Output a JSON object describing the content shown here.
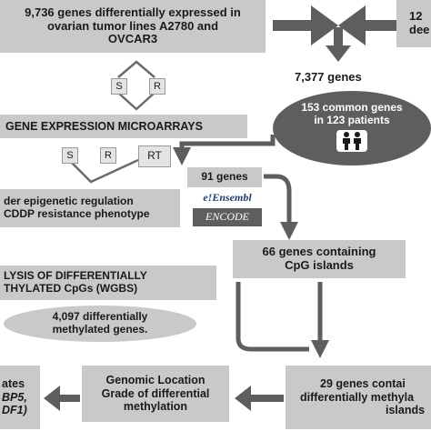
{
  "boxes": {
    "genes_de": [
      "9,736 genes differentially  expressed in",
      "ovarian tumor lines A2780 and",
      "OVCAR3"
    ],
    "top_right": [
      "12",
      "dee"
    ],
    "microarrays": "GENE EXPRESSION  MICROARRAYS",
    "epigenetic": [
      "der epigenetic regulation",
      "CDDP resistance phenotype"
    ],
    "genes_91": "91 genes",
    "ensembl": "e!Ensembl",
    "encode": "ENCODE",
    "cpg_islands": [
      "66 genes containing",
      "CpG islands"
    ],
    "wgbs": [
      "LYSIS  OF  DIFFERENTIALLY",
      "THYLATED  CpGs (WGBS)"
    ],
    "genomic_location": [
      "Genomic Location",
      "Grade of differential",
      "methylation"
    ],
    "genes_29": [
      "29 genes contai",
      "differentially  methyla",
      "islands"
    ],
    "bottom_left": [
      "ates",
      "BP5,",
      "DF1)"
    ]
  },
  "labels": {
    "genes_7377": "7,377 genes",
    "s_top": "S",
    "r_top": "R",
    "s_mid": "S",
    "r_mid": "R",
    "rt": "RT"
  },
  "ellipses": {
    "common": [
      "153 common genes",
      "in 123 patients"
    ],
    "methylated": [
      "4,097 differentially",
      "methylated genes."
    ]
  },
  "colors": {
    "box": "#c9c9c9",
    "dark": "#5e5e5e",
    "ensembl_blue": "#1f3f7a"
  },
  "icons": [
    "people-icon"
  ]
}
